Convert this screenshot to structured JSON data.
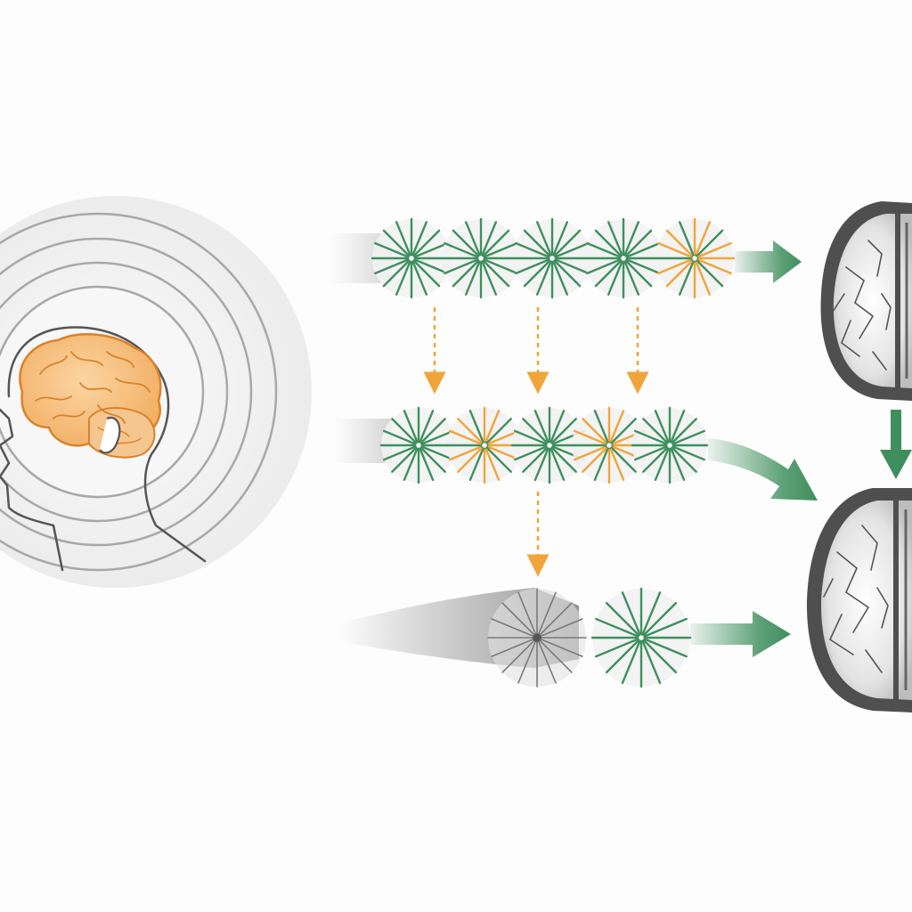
{
  "colors": {
    "green": "#3f8f5e",
    "green_light": "#8fc4a2",
    "orange": "#f0a43a",
    "gray": "#7a7a7a",
    "brain_orange": "#f2b36c",
    "brain_outline": "#d9822b",
    "dark_gray": "#4a4a4a",
    "light_bg": "#f1f1f1"
  },
  "rows": [
    {
      "id": "row1",
      "wheels": [
        "green",
        "green",
        "green",
        "green",
        "mixed"
      ]
    },
    {
      "id": "row2",
      "wheels": [
        "green",
        "mixed",
        "green",
        "mixed",
        "green"
      ]
    },
    {
      "id": "row3",
      "wheels": [
        "faded",
        "green"
      ]
    }
  ],
  "icons": {
    "head": "human-head-profile-icon",
    "brain_small": "brain-icon",
    "brain_top": "brain-top-view-icon",
    "wheel": "neuron-burst-icon",
    "arrow": "arrow-icon"
  }
}
